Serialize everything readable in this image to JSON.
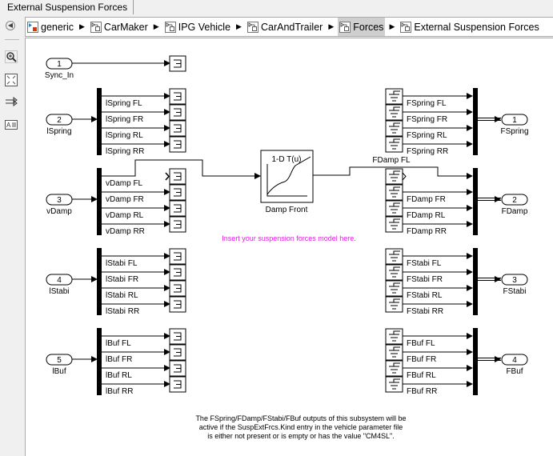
{
  "window": {
    "tab_title": "External Suspension Forces"
  },
  "breadcrumb": [
    {
      "label": "generic",
      "icon": "model-icon"
    },
    {
      "label": "CarMaker",
      "icon": "subsystem-icon"
    },
    {
      "label": "IPG Vehicle",
      "icon": "subsystem-icon"
    },
    {
      "label": "CarAndTrailer",
      "icon": "subsystem-icon"
    },
    {
      "label": "Forces",
      "icon": "subsystem-icon",
      "active": true
    },
    {
      "label": "External Suspension Forces",
      "icon": "subsystem-icon"
    }
  ],
  "toolstrip": [
    "zoom-in-icon",
    "fit-to-view-icon",
    "signal-routing-icon",
    "annotation-icon"
  ],
  "inports": [
    {
      "num": "1",
      "label": "Sync_In"
    },
    {
      "num": "2",
      "label": "lSpring"
    },
    {
      "num": "3",
      "label": "vDamp"
    },
    {
      "num": "4",
      "label": "lStabi"
    },
    {
      "num": "5",
      "label": "lBuf"
    }
  ],
  "input_signals": [
    [
      "lSpring FL",
      "lSpring FR",
      "lSpring RL",
      "lSpring RR"
    ],
    [
      "vDamp FL",
      "vDamp FR",
      "vDamp RL",
      "vDamp RR"
    ],
    [
      "lStabi FL",
      "lStabi FR",
      "lStabi RL",
      "lStabi RR"
    ],
    [
      "lBuf FL",
      "lBuf FR",
      "lBuf RL",
      "lBuf RR"
    ]
  ],
  "outports": [
    {
      "num": "1",
      "label": "FSpring"
    },
    {
      "num": "2",
      "label": "FDamp"
    },
    {
      "num": "3",
      "label": "FStabi"
    },
    {
      "num": "4",
      "label": "FBuf"
    }
  ],
  "output_signals": [
    [
      "FSpring FL",
      "FSpring FR",
      "FSpring RL",
      "FSpring RR"
    ],
    [
      "",
      "FDamp FR",
      "FDamp RL",
      "FDamp RR"
    ],
    [
      "FStabi FL",
      "FStabi FR",
      "FStabi RL",
      "FStabi RR"
    ],
    [
      "FBuf FL",
      "FBuf FR",
      "FBuf RL",
      "FBuf RR"
    ]
  ],
  "fdamp_fl_label": "FDamp FL",
  "lookup_block": {
    "title": "1-D T(u)",
    "label": "Damp Front"
  },
  "placeholder_note": "Insert your suspension forces model here.",
  "note_color": "#e020e0",
  "footer_note": [
    "The FSpring/FDamp/FStabi/FBuf outputs of this subsystem will be",
    "active if the SuspExtFrcs.Kind entry in the vehicle parameter file",
    "is either not present or is empty or has the value \"CM4SL\"."
  ]
}
